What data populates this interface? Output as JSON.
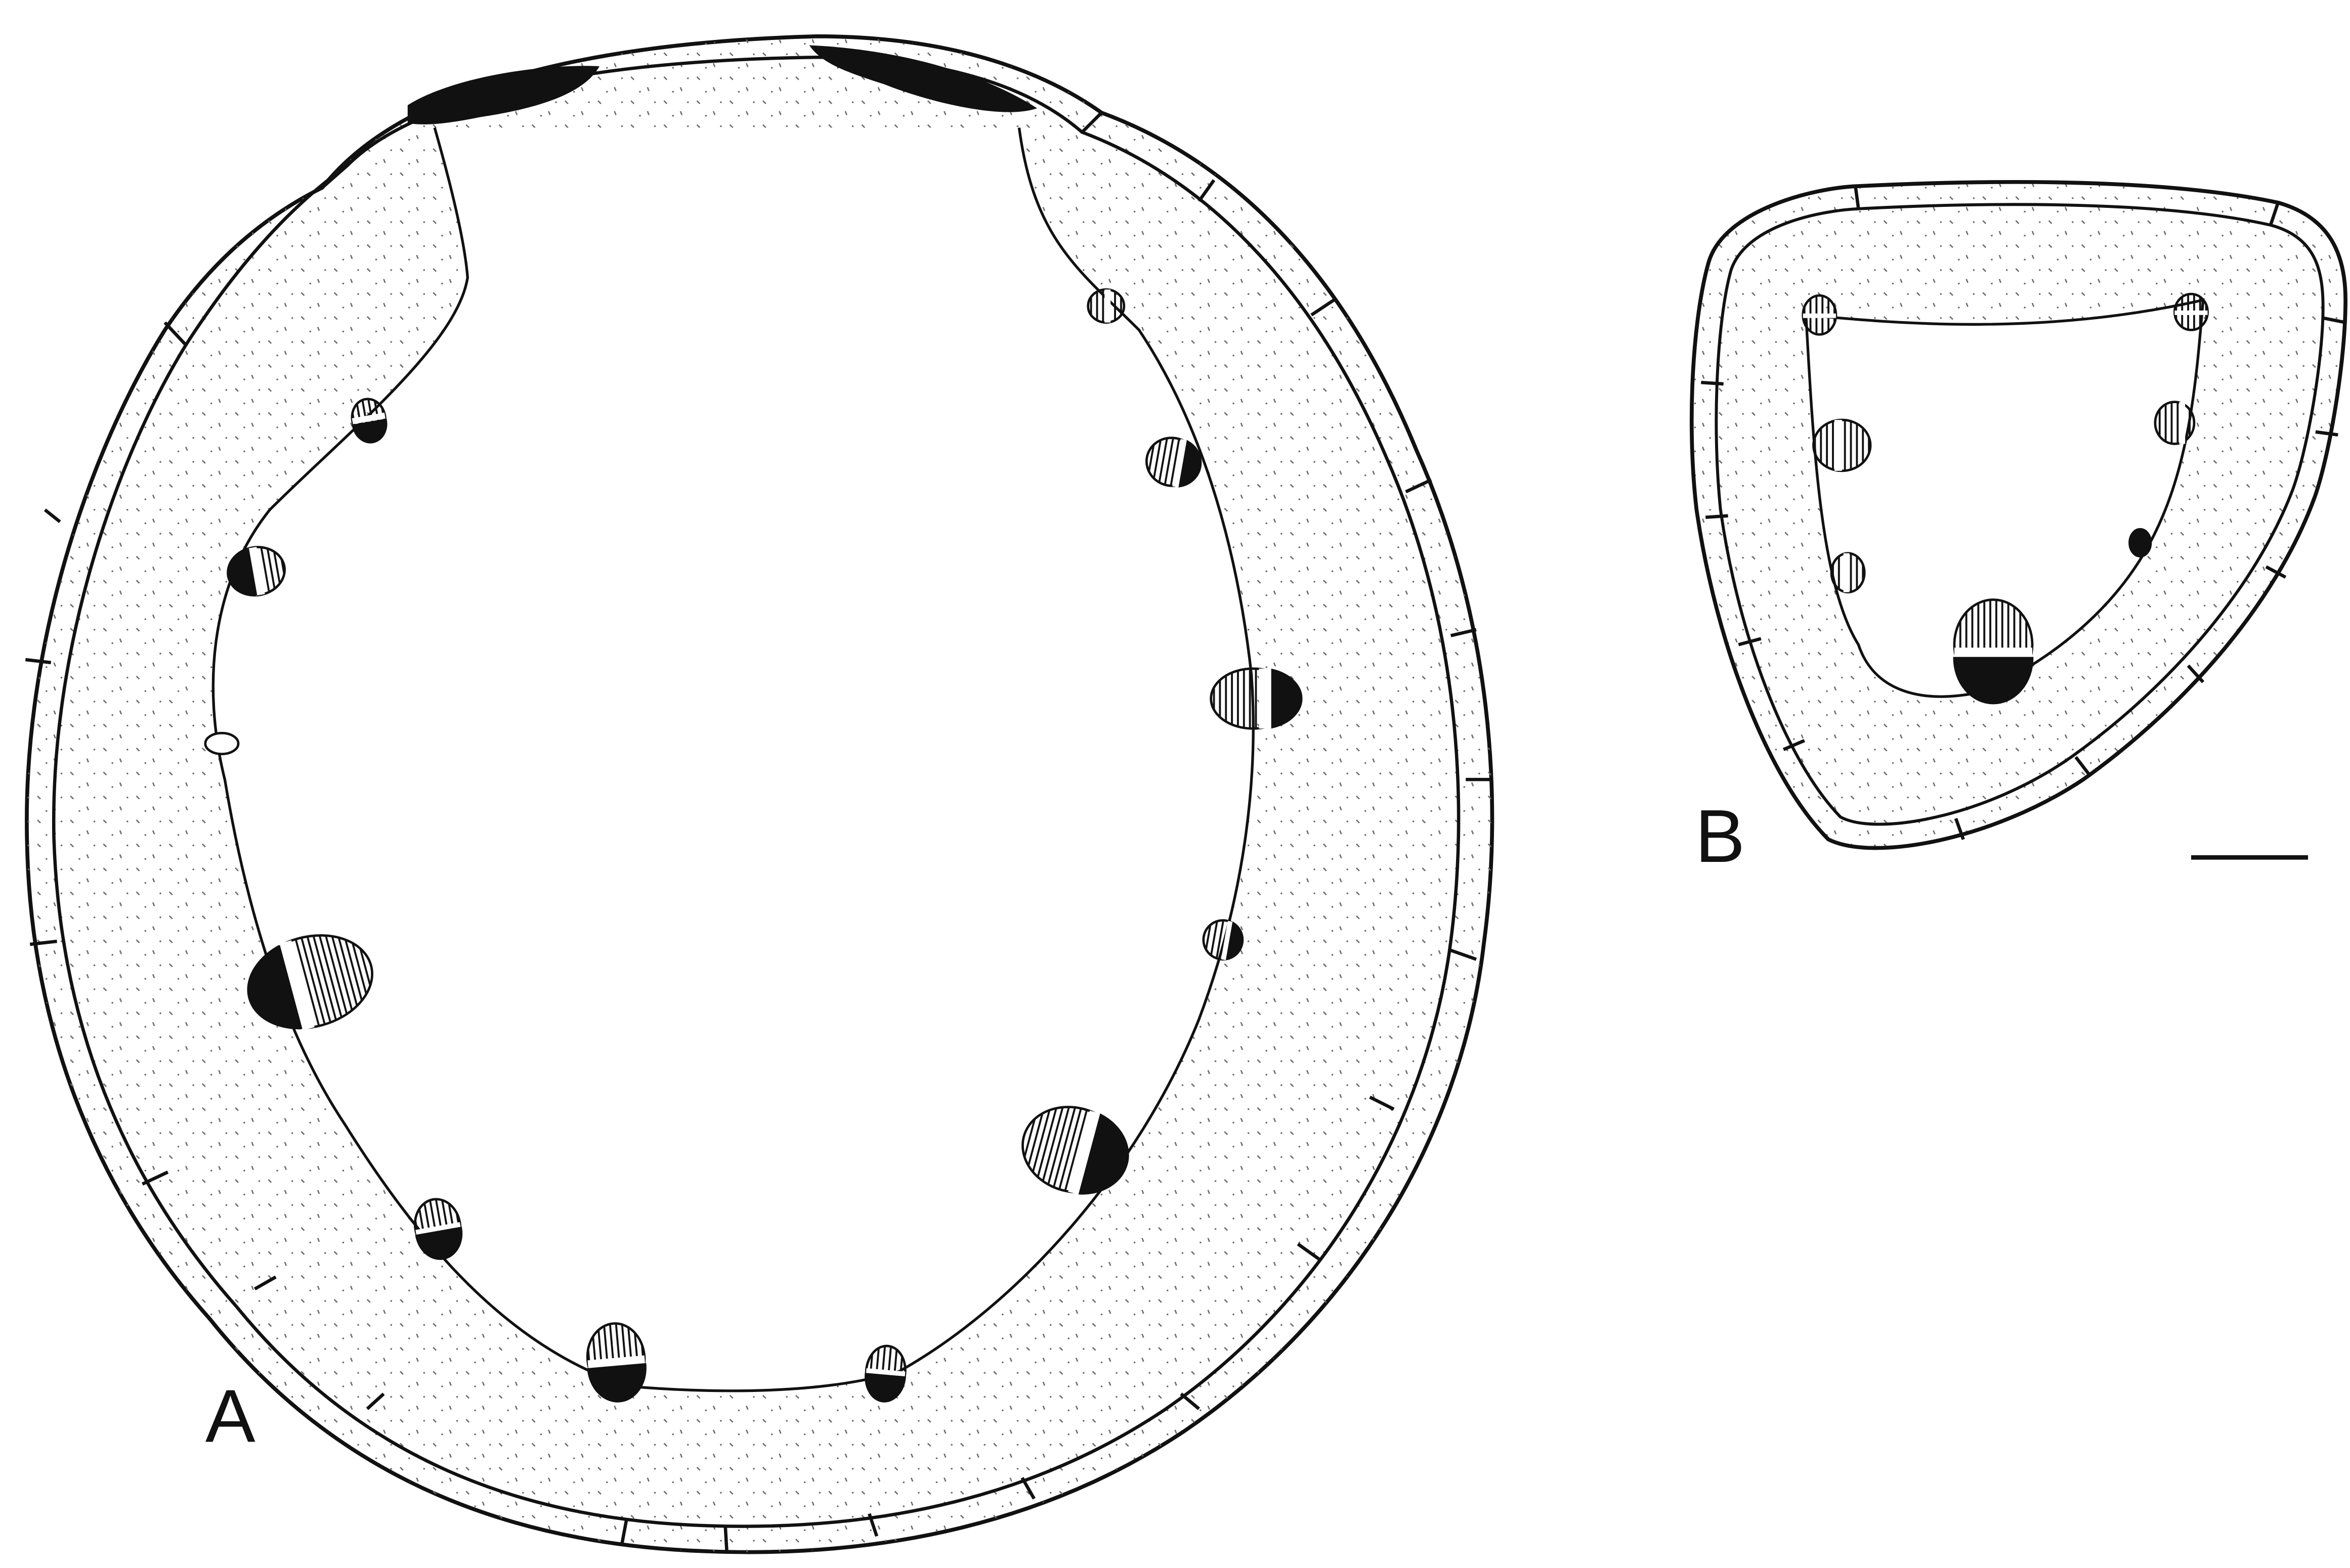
{
  "figure": {
    "panels": [
      {
        "label": "A",
        "description_shape": "circular-section"
      },
      {
        "label": "B",
        "description_shape": "triangular-section"
      }
    ],
    "has_scale_bar": true
  },
  "colors": {
    "ink": "#111111",
    "background": "#ffffff",
    "stipple": "#6a6a6a"
  }
}
